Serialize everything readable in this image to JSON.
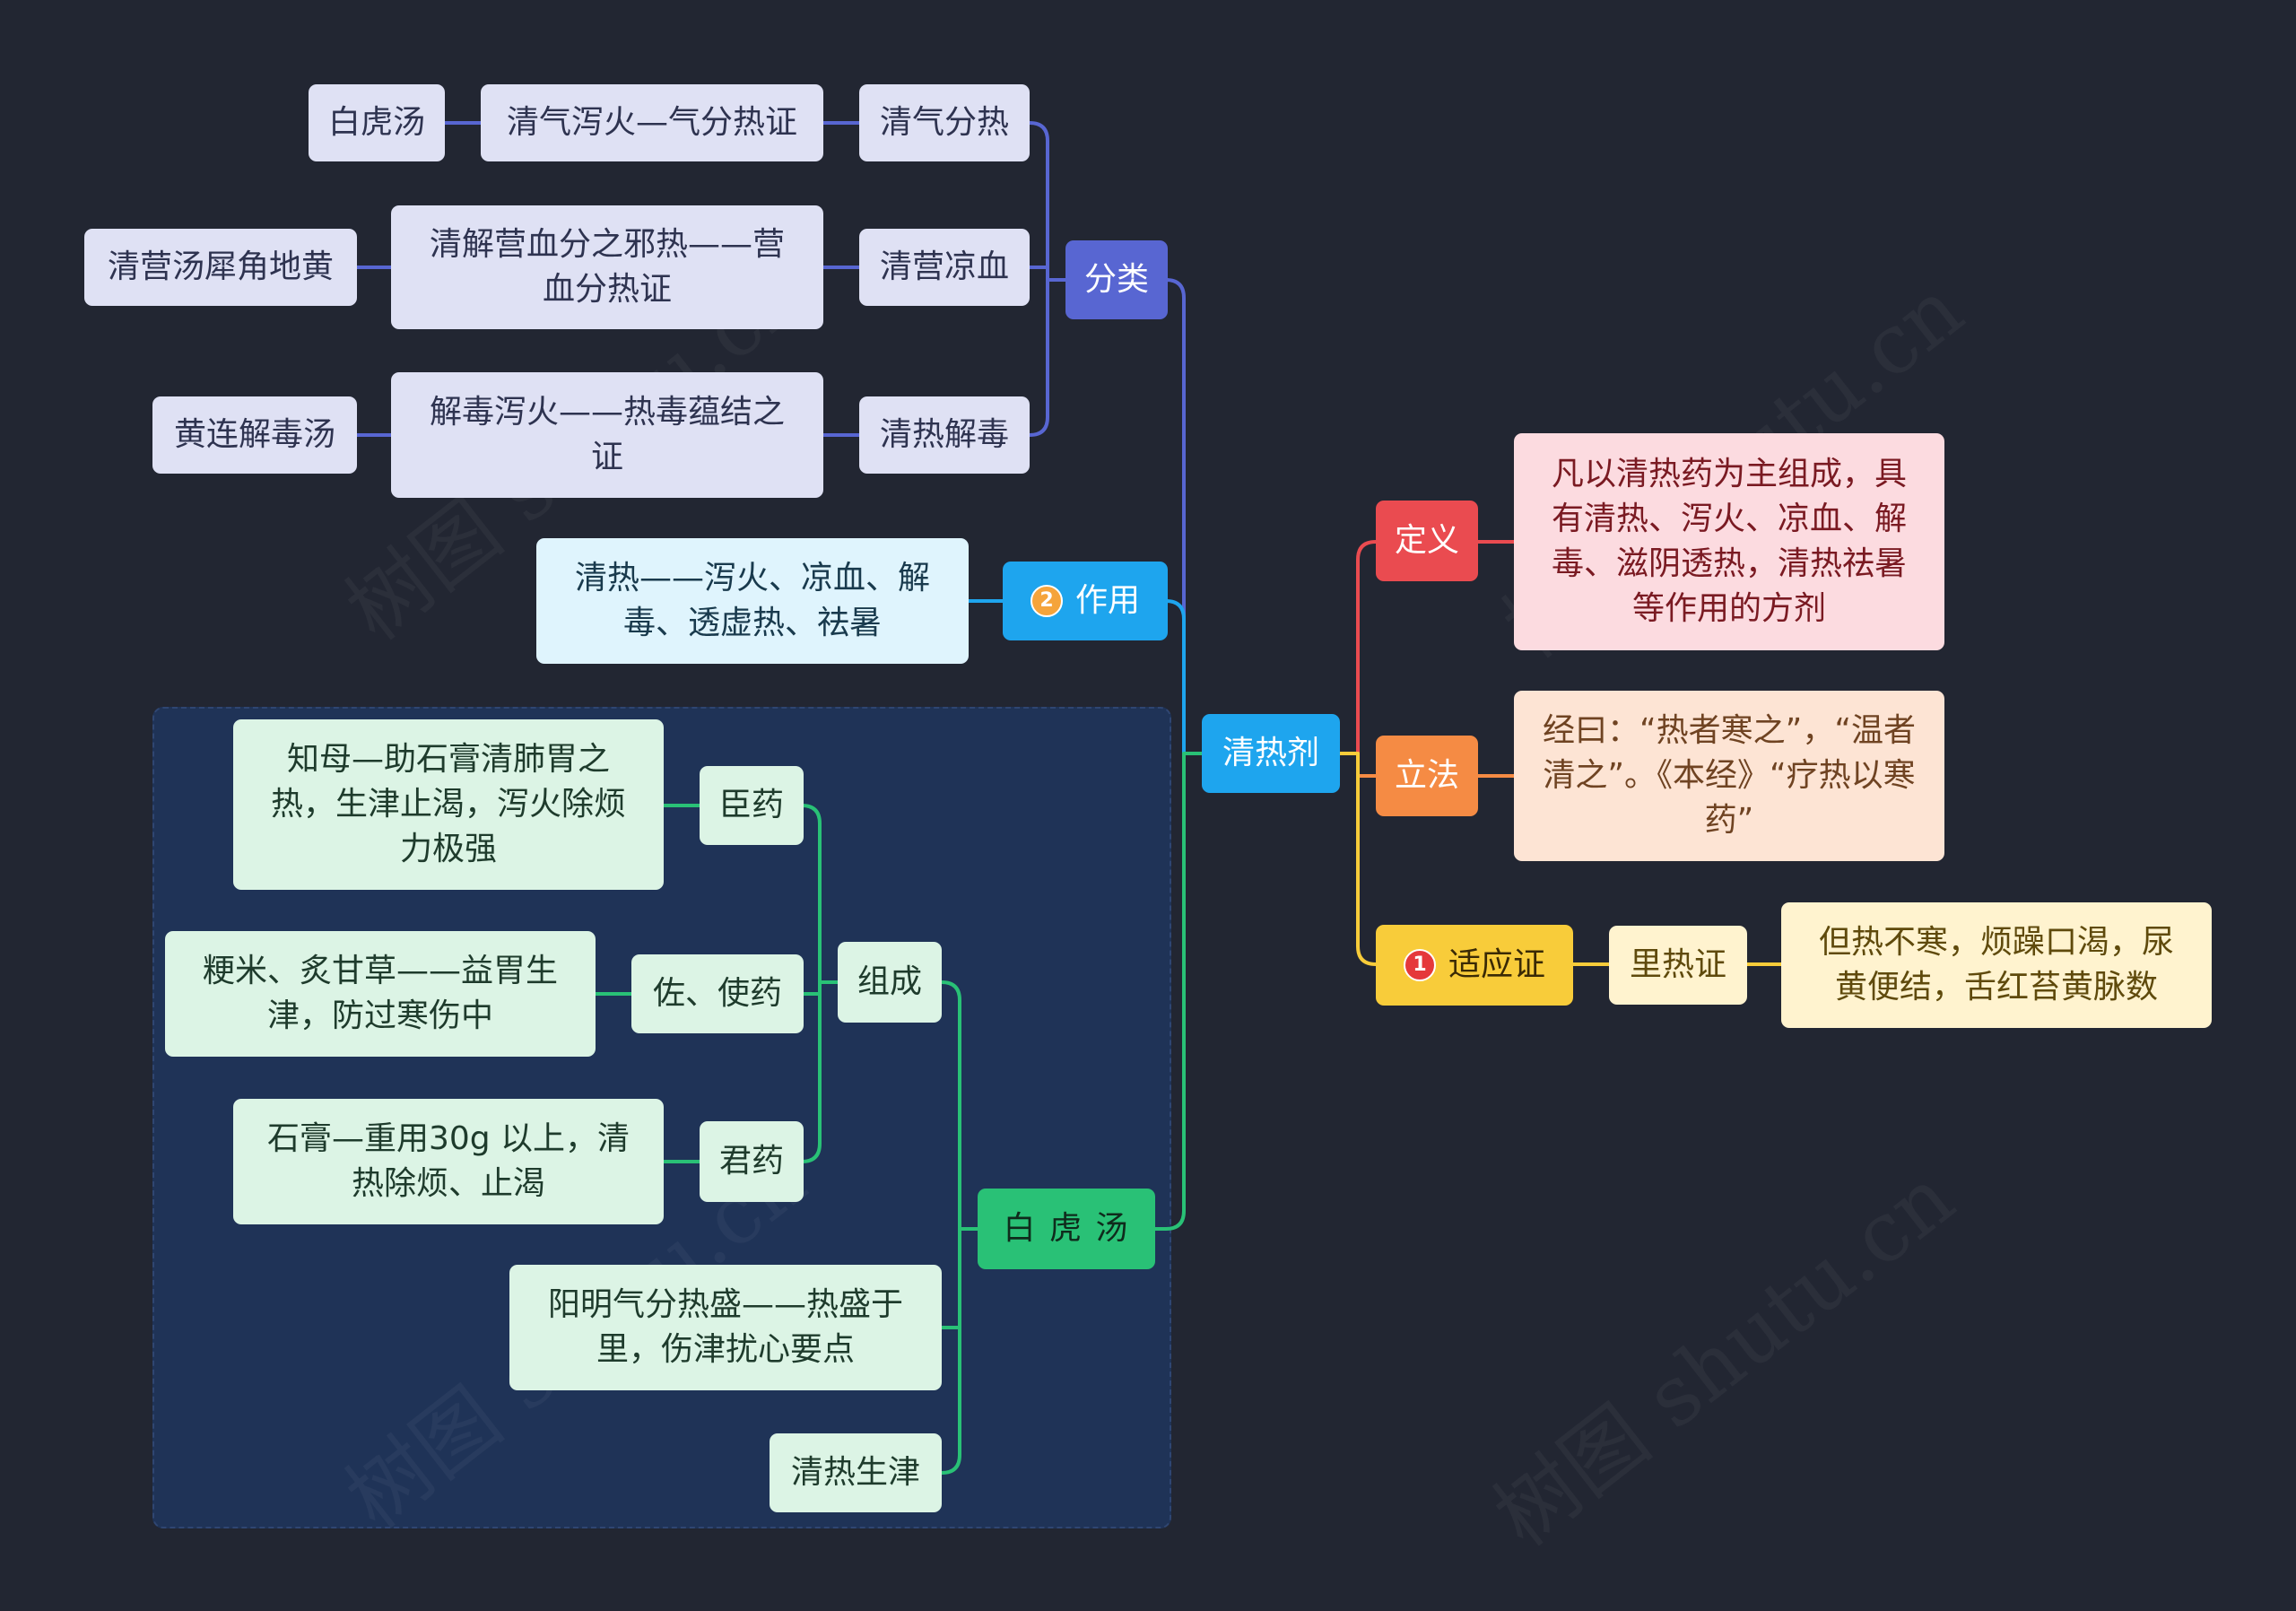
{
  "root": "清热剂",
  "branches": {
    "fenlei": {
      "label": "分类",
      "items": [
        {
          "type": "清气分热",
          "desc": "清气泻火—气分热证",
          "formula": "白虎汤"
        },
        {
          "type": "清营凉血",
          "desc": "清解营血分之邪热——营血分热证",
          "formula": "清营汤犀角地黄"
        },
        {
          "type": "清热解毒",
          "desc": "解毒泻火——热毒蕴结之证",
          "formula": "黄连解毒汤"
        }
      ]
    },
    "zuoyong": {
      "label": "作用",
      "badge": "2",
      "text": "清热——泻火、凉血、解毒、透虚热、祛暑"
    },
    "baihutang": {
      "label": "白 虎 汤",
      "zucheng": {
        "label": "组成",
        "items": [
          {
            "role": "臣药",
            "text": "知母—助石膏清肺胃之热，生津止渴，泻火除烦力极强"
          },
          {
            "role": "佐、使药",
            "text": "粳米、炙甘草——益胃生津，防过寒伤中"
          },
          {
            "role": "君药",
            "text": "石膏—重用30g 以上，清热除烦、止渴"
          }
        ]
      },
      "yaodian": "阳明气分热盛——热盛于里，伤津扰心要点",
      "gongxiao": "清热生津"
    },
    "dingyi": {
      "label": "定义",
      "text": "凡以清热药为主组成，具有清热、泻火、凉血、解毒、滋阴透热，清热祛暑等作用的方剂"
    },
    "lifa": {
      "label": "立法",
      "text": "经曰：“热者寒之”，“温者清之”。《本经》“疗热以寒药”"
    },
    "shiyingzheng": {
      "label": "适应证",
      "badge": "1",
      "sub": "里热证",
      "text": "但热不寒，烦躁口渴，尿黄便结，舌红苔黄脉数"
    }
  },
  "watermark": "树图 shutu.cn",
  "colors": {
    "background": "#222632",
    "fenlei": "#5866d2",
    "zuoyong": "#1ea5ee",
    "baihutang": "#29c176",
    "dingyi": "#ea4b50",
    "lifa": "#f58b44",
    "shiyingzheng": "#f8cc3a"
  }
}
